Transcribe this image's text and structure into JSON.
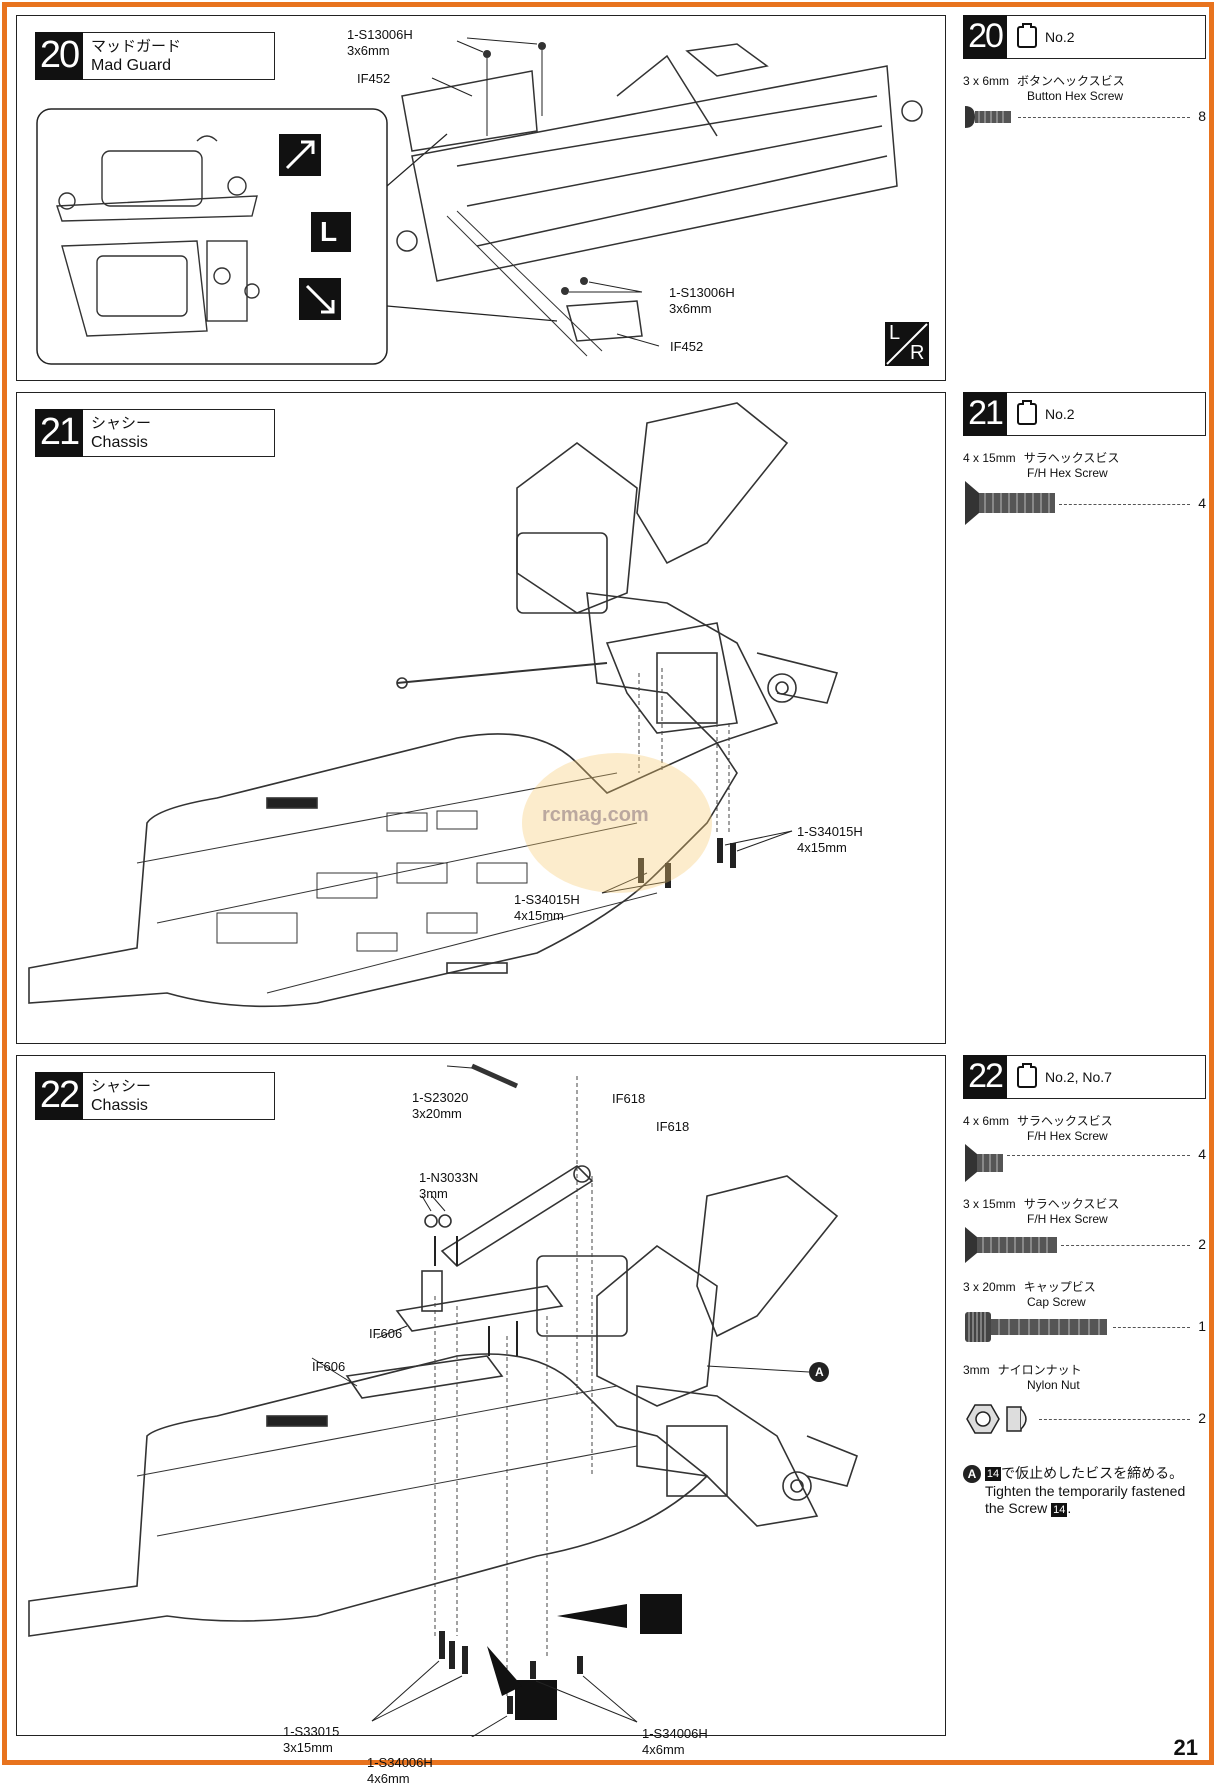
{
  "page_number": "21",
  "accent_color": "#e8731e",
  "steps": [
    {
      "number": "20",
      "title_jp": "マッドガード",
      "title_en": "Mad Guard",
      "labels": {
        "screw_top_code": "1-S13006H",
        "screw_top_size": "3x6mm",
        "part_top": "IF452",
        "screw_bottom_code": "1-S13006H",
        "screw_bottom_size": "3x6mm",
        "part_bottom": "IF452",
        "side_L": "L",
        "side_LR_left": "L",
        "side_LR_right": "R"
      }
    },
    {
      "number": "21",
      "title_jp": "シャシー",
      "title_en": "Chassis",
      "labels": {
        "screw_right_code": "1-S34015H",
        "screw_right_size": "4x15mm",
        "screw_left_code": "1-S34015H",
        "screw_left_size": "4x15mm",
        "watermark": "rcmag.com"
      }
    },
    {
      "number": "22",
      "title_jp": "シャシー",
      "title_en": "Chassis",
      "labels": {
        "screw_cap_code": "1-S23020",
        "screw_cap_size": "3x20mm",
        "part_if618_a": "IF618",
        "part_if618_b": "IF618",
        "nut_code": "1-N3033N",
        "nut_size": "3mm",
        "part_if606_a": "IF606",
        "part_if606_b": "IF606",
        "screw_fh15_code": "1-S33015",
        "screw_fh15_size": "3x15mm",
        "screw_fh6_a_code": "1-S34006H",
        "screw_fh6_a_size": "4x6mm",
        "screw_fh6_b_code": "1-S34006H",
        "screw_fh6_b_size": "4x6mm",
        "marker_A": "A"
      }
    }
  ],
  "parts_lists": [
    {
      "number": "20",
      "bag": "No.2",
      "items": [
        {
          "size": "3 x 6mm",
          "name_jp": "ボタンヘックスビス",
          "name_en": "Button Hex Screw",
          "qty": "8",
          "icon": "button-hex-screw-icon"
        }
      ]
    },
    {
      "number": "21",
      "bag": "No.2",
      "items": [
        {
          "size": "4 x 15mm",
          "name_jp": "サラヘックスビス",
          "name_en": "F/H Hex Screw",
          "qty": "4",
          "icon": "flat-head-screw-icon"
        }
      ]
    },
    {
      "number": "22",
      "bag": "No.2, No.7",
      "items": [
        {
          "size": "4 x 6mm",
          "name_jp": "サラヘックスビス",
          "name_en": "F/H Hex Screw",
          "qty": "4",
          "icon": "flat-head-screw-icon"
        },
        {
          "size": "3 x 15mm",
          "name_jp": "サラヘックスビス",
          "name_en": "F/H Hex Screw",
          "qty": "2",
          "icon": "flat-head-screw-icon"
        },
        {
          "size": "3 x 20mm",
          "name_jp": "キャップビス",
          "name_en": "Cap Screw",
          "qty": "1",
          "icon": "cap-screw-icon"
        },
        {
          "size": "3mm",
          "name_jp": "ナイロンナット",
          "name_en": "Nylon Nut",
          "qty": "2",
          "icon": "nylon-nut-icon"
        }
      ],
      "note": {
        "marker": "A",
        "ref": "14",
        "jp_suffix": "で仮止めしたビスを締める。",
        "en_line1": "Tighten the temporarily fastened",
        "en_line2_prefix": "the Screw"
      }
    }
  ]
}
